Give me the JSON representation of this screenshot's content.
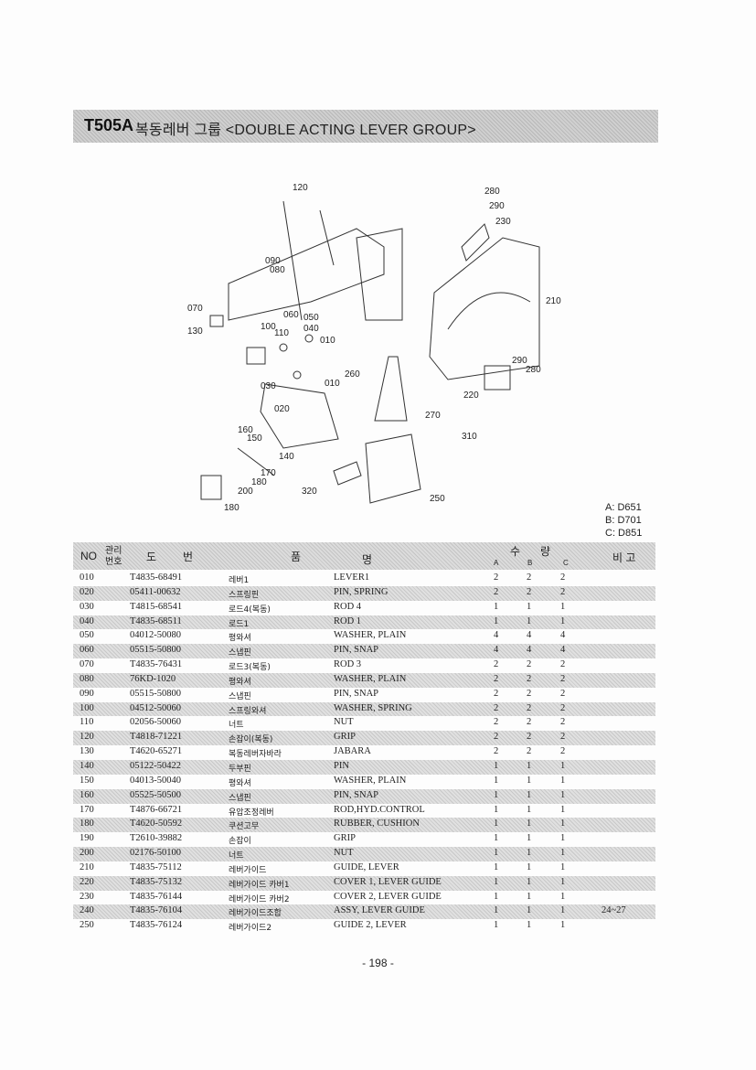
{
  "header": {
    "code": "T505A",
    "title": "복동레버 그룹 <DOUBLE ACTING LEVER GROUP>"
  },
  "diagram": {
    "callouts": [
      "120",
      "090",
      "080",
      "070",
      "130",
      "060",
      "050",
      "100",
      "110",
      "040",
      "010",
      "030",
      "020",
      "010",
      "160",
      "150",
      "140",
      "170",
      "180",
      "200",
      "180",
      "280",
      "290",
      "230",
      "210",
      "290",
      "280",
      "260",
      "220",
      "270",
      "310",
      "320",
      "250"
    ]
  },
  "legend": [
    "A: D651",
    "B: D701",
    "C: D851"
  ],
  "table": {
    "headers": {
      "no": "NO",
      "mgmt_top": "관리",
      "mgmt_bottom": "번호",
      "drawing_1": "도",
      "drawing_2": "번",
      "name_1": "품",
      "name_2": "명",
      "qty_1": "수",
      "qty_2": "량",
      "a": "A",
      "b": "B",
      "c": "C",
      "remark": "비 고"
    },
    "rows": [
      {
        "no": "010",
        "part": "T4835-68491",
        "kr": "레버1",
        "en": "LEVER1",
        "a": "2",
        "b": "2",
        "c": "2",
        "note": ""
      },
      {
        "no": "020",
        "part": "05411-00632",
        "kr": "스프링핀",
        "en": "PIN, SPRING",
        "a": "2",
        "b": "2",
        "c": "2",
        "note": ""
      },
      {
        "no": "030",
        "part": "T4815-68541",
        "kr": "로드4(복동)",
        "en": "ROD 4",
        "a": "1",
        "b": "1",
        "c": "1",
        "note": ""
      },
      {
        "no": "040",
        "part": "T4835-68511",
        "kr": "로드1",
        "en": "ROD 1",
        "a": "1",
        "b": "1",
        "c": "1",
        "note": ""
      },
      {
        "no": "050",
        "part": "04012-50080",
        "kr": "평와셔",
        "en": "WASHER, PLAIN",
        "a": "4",
        "b": "4",
        "c": "4",
        "note": ""
      },
      {
        "no": "060",
        "part": "05515-50800",
        "kr": "스냅핀",
        "en": "PIN, SNAP",
        "a": "4",
        "b": "4",
        "c": "4",
        "note": ""
      },
      {
        "no": "070",
        "part": "T4835-76431",
        "kr": "로드3(복동)",
        "en": "ROD 3",
        "a": "2",
        "b": "2",
        "c": "2",
        "note": ""
      },
      {
        "no": "080",
        "part": "76KD-1020",
        "kr": "평와셔",
        "en": "WASHER, PLAIN",
        "a": "2",
        "b": "2",
        "c": "2",
        "note": ""
      },
      {
        "no": "090",
        "part": "05515-50800",
        "kr": "스냅핀",
        "en": "PIN, SNAP",
        "a": "2",
        "b": "2",
        "c": "2",
        "note": ""
      },
      {
        "no": "100",
        "part": "04512-50060",
        "kr": "스프링와셔",
        "en": "WASHER, SPRING",
        "a": "2",
        "b": "2",
        "c": "2",
        "note": ""
      },
      {
        "no": "110",
        "part": "02056-50060",
        "kr": "너트",
        "en": "NUT",
        "a": "2",
        "b": "2",
        "c": "2",
        "note": ""
      },
      {
        "no": "120",
        "part": "T4818-71221",
        "kr": "손잡이(복동)",
        "en": "GRIP",
        "a": "2",
        "b": "2",
        "c": "2",
        "note": ""
      },
      {
        "no": "130",
        "part": "T4620-65271",
        "kr": "복동레버자바라",
        "en": "JABARA",
        "a": "2",
        "b": "2",
        "c": "2",
        "note": ""
      },
      {
        "no": "140",
        "part": "05122-50422",
        "kr": "두부핀",
        "en": "PIN",
        "a": "1",
        "b": "1",
        "c": "1",
        "note": ""
      },
      {
        "no": "150",
        "part": "04013-50040",
        "kr": "평와셔",
        "en": "WASHER, PLAIN",
        "a": "1",
        "b": "1",
        "c": "1",
        "note": ""
      },
      {
        "no": "160",
        "part": "05525-50500",
        "kr": "스냅핀",
        "en": "PIN, SNAP",
        "a": "1",
        "b": "1",
        "c": "1",
        "note": ""
      },
      {
        "no": "170",
        "part": "T4876-66721",
        "kr": "유압조정레버",
        "en": "ROD,HYD.CONTROL",
        "a": "1",
        "b": "1",
        "c": "1",
        "note": ""
      },
      {
        "no": "180",
        "part": "T4620-50592",
        "kr": "쿠션고무",
        "en": "RUBBER, CUSHION",
        "a": "1",
        "b": "1",
        "c": "1",
        "note": ""
      },
      {
        "no": "190",
        "part": "T2610-39882",
        "kr": "손잡이",
        "en": "GRIP",
        "a": "1",
        "b": "1",
        "c": "1",
        "note": ""
      },
      {
        "no": "200",
        "part": "02176-50100",
        "kr": "너트",
        "en": "NUT",
        "a": "1",
        "b": "1",
        "c": "1",
        "note": ""
      },
      {
        "no": "210",
        "part": "T4835-75112",
        "kr": "레버가이드",
        "en": "GUIDE, LEVER",
        "a": "1",
        "b": "1",
        "c": "1",
        "note": ""
      },
      {
        "no": "220",
        "part": "T4835-75132",
        "kr": "레버가이드 카버1",
        "en": "COVER 1, LEVER GUIDE",
        "a": "1",
        "b": "1",
        "c": "1",
        "note": ""
      },
      {
        "no": "230",
        "part": "T4835-76144",
        "kr": "레버가이드 카버2",
        "en": "COVER 2, LEVER GUIDE",
        "a": "1",
        "b": "1",
        "c": "1",
        "note": ""
      },
      {
        "no": "240",
        "part": "T4835-76104",
        "kr": "레버가이드조합",
        "en": "ASSY, LEVER GUIDE",
        "a": "1",
        "b": "1",
        "c": "1",
        "note": "24~27"
      },
      {
        "no": "250",
        "part": "T4835-76124",
        "kr": "레버가이드2",
        "en": "GUIDE 2, LEVER",
        "a": "1",
        "b": "1",
        "c": "1",
        "note": ""
      }
    ]
  },
  "footer": {
    "page": "- 198 -"
  }
}
